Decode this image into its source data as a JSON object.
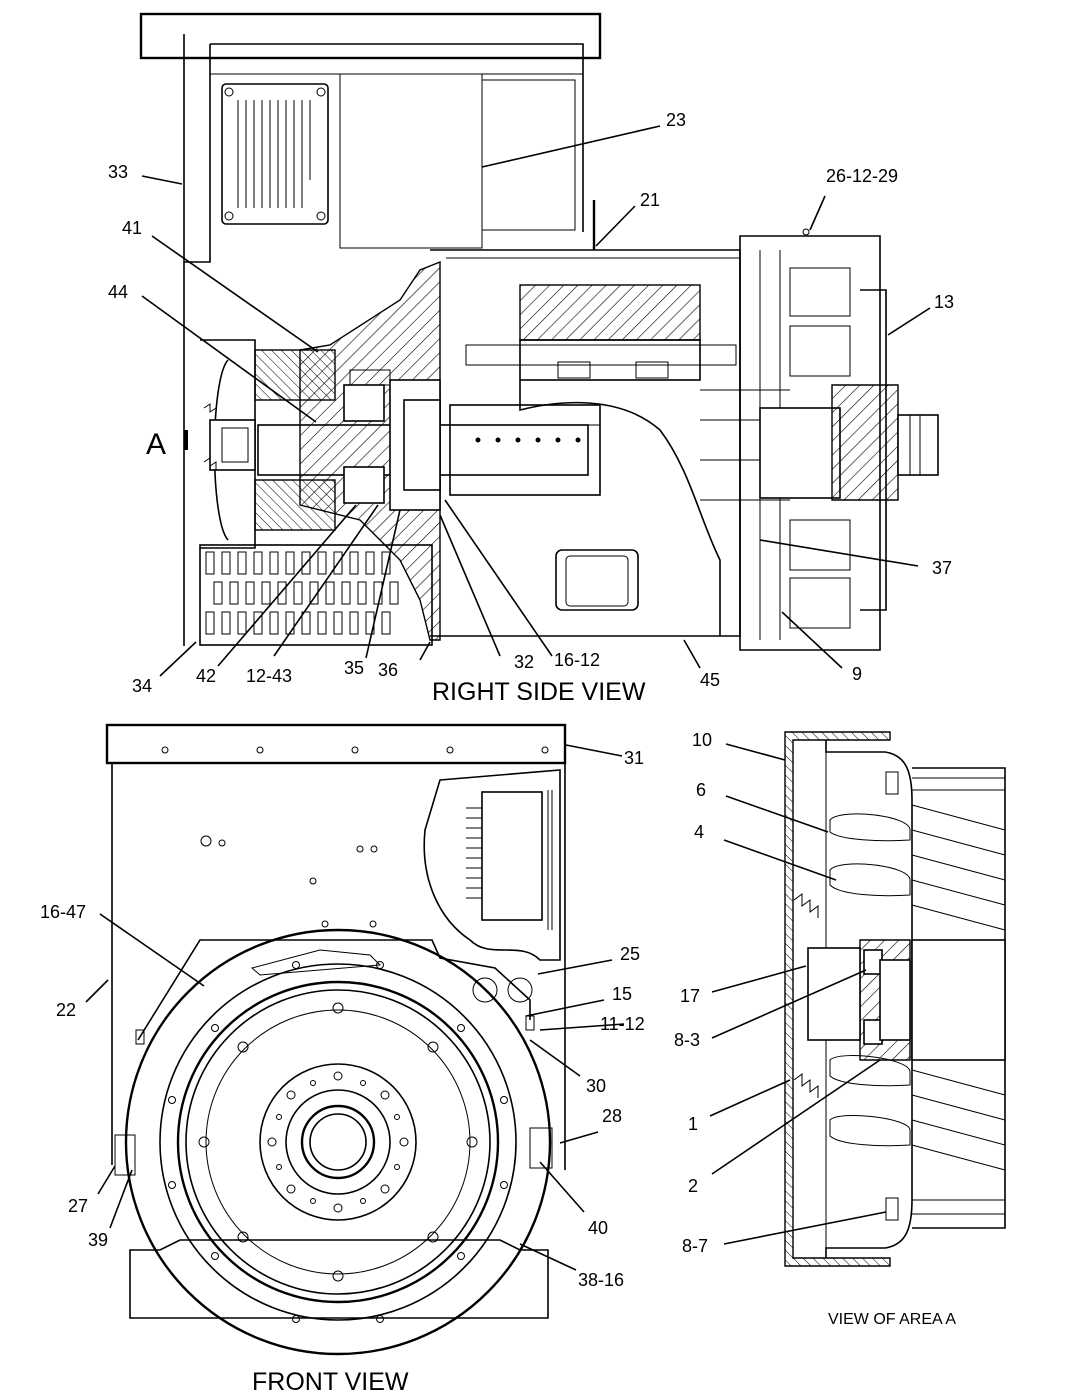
{
  "views": {
    "right_side": "RIGHT SIDE VIEW",
    "front": "FRONT VIEW",
    "area_a": "VIEW OF AREA A",
    "area_marker": "A"
  },
  "callouts": {
    "c23": "23",
    "c33": "33",
    "c21": "21",
    "c26_12_29": "26-12-29",
    "c41": "41",
    "c44": "44",
    "c13": "13",
    "c37": "37",
    "c34": "34",
    "c42": "42",
    "c12_43": "12-43",
    "c35": "35",
    "c36": "36",
    "c32": "32",
    "c16_12": "16-12",
    "c45": "45",
    "c9": "9",
    "c31": "31",
    "c16_47": "16-47",
    "c22": "22",
    "c25": "25",
    "c15": "15",
    "c11_12": "11-12",
    "c30": "30",
    "c28": "28",
    "c27": "27",
    "c39": "39",
    "c40": "40",
    "c38_16": "38-16",
    "c10": "10",
    "c6": "6",
    "c4": "4",
    "c17": "17",
    "c8_3": "8-3",
    "c1": "1",
    "c2": "2",
    "c8_7": "8-7"
  }
}
